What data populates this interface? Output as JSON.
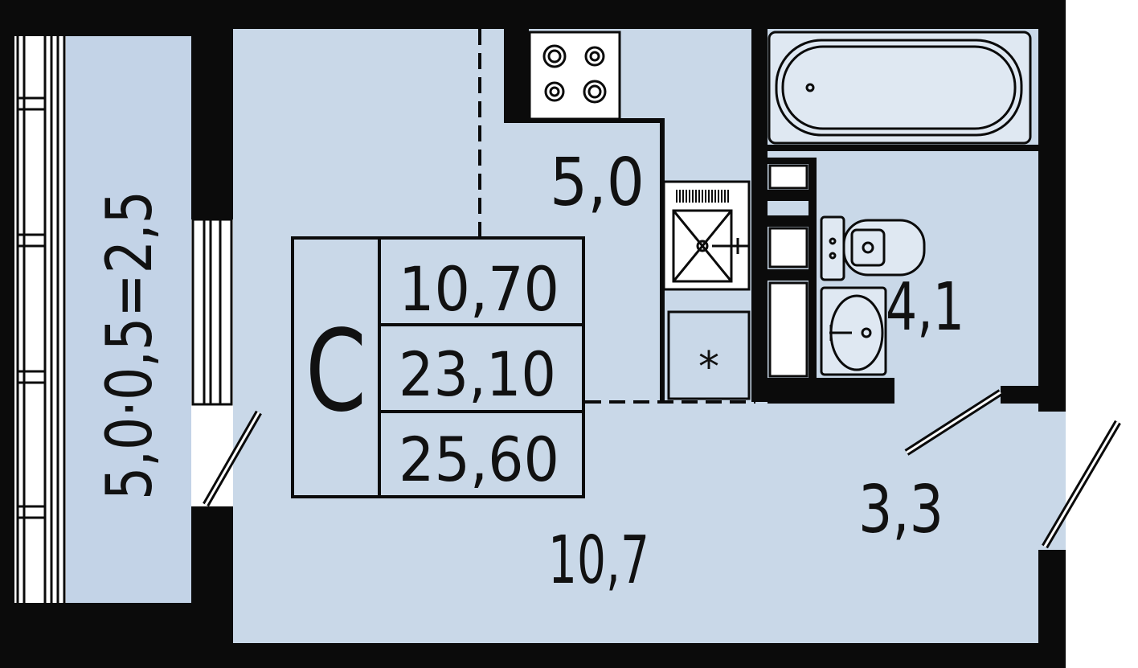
{
  "colors": {
    "wall": "#0b0b0b",
    "floor": "#c9d8e8",
    "balcony": "#c3d3e7",
    "line": "#0b0b0b",
    "background": "#ffffff"
  },
  "unit": {
    "type_letter": "C",
    "living_area": "10,70",
    "total_area": "23,10",
    "total_with_balcony": "25,60"
  },
  "rooms": {
    "kitchen_area": "5,0",
    "bathroom_area": "4,1",
    "hall_area": "3,3",
    "living_room_area": "10,7",
    "balcony_area": "5,0·0,5=2,5"
  },
  "fixtures": {
    "fridge_symbol": "*"
  },
  "icons": [
    "stove-icon",
    "sink-icon",
    "bathtub-icon",
    "toilet-icon",
    "washbasin-icon",
    "window-icon",
    "door-swing-icon"
  ]
}
